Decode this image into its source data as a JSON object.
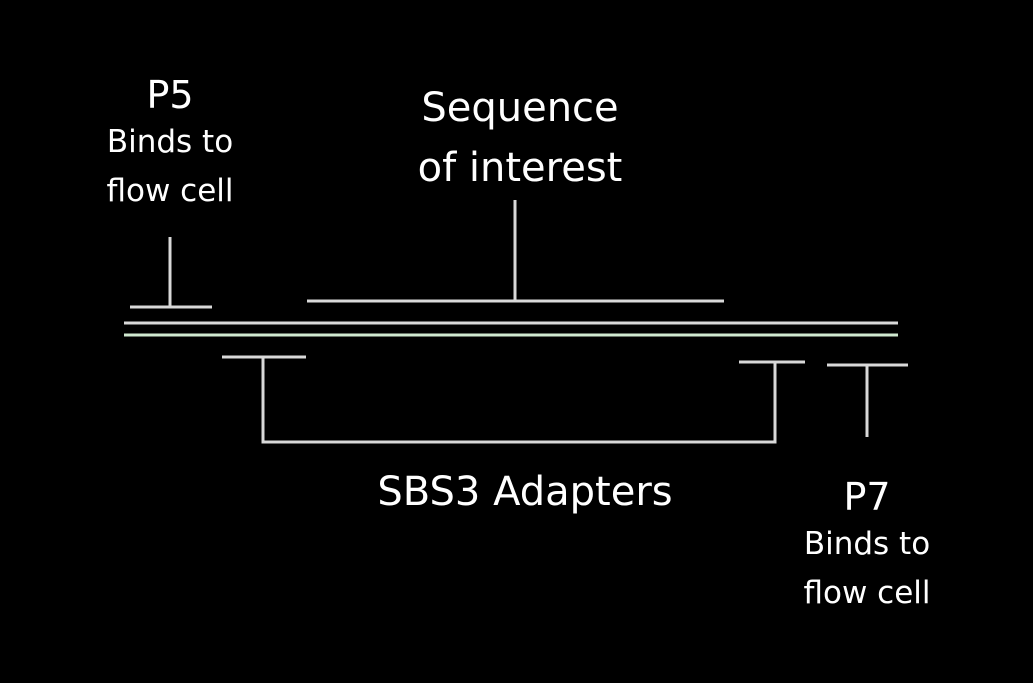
{
  "p5": {
    "name": "P5",
    "desc_line1": "Binds to",
    "desc_line2": "flow cell"
  },
  "sequence": {
    "line1": "Sequence",
    "line2": "of interest"
  },
  "adapters": {
    "label": "SBS3 Adapters"
  },
  "p7": {
    "name": "P7",
    "desc_line1": "Binds to",
    "desc_line2": "flow cell"
  },
  "colors": {
    "background": "#000000",
    "text": "#ffffff",
    "line": "#d9d9d9",
    "bottom_strand": "#cfe8cf"
  }
}
